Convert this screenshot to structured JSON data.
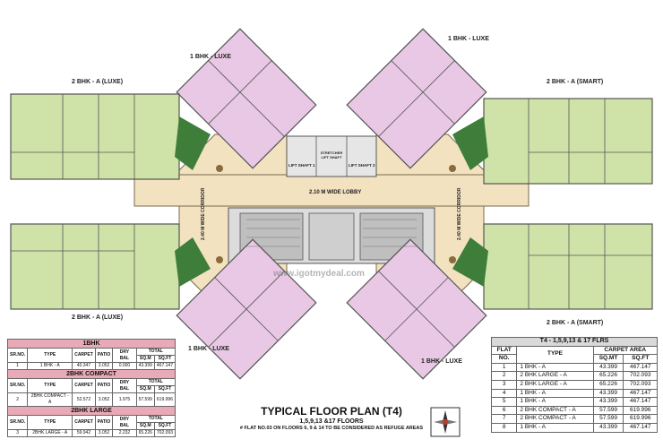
{
  "labels": {
    "top_left_1bhk": "1 BHK - LUXE",
    "top_right_1bhk": "1 BHK - LUXE",
    "bottom_left_1bhk": "1 BHK - LUXE",
    "bottom_right_1bhk": "1 BHK - LUXE",
    "left_top_2bhk": "2 BHK - A (LUXE)",
    "left_bottom_2bhk": "2 BHK - A (LUXE)",
    "right_top_2bhk": "2 BHK - A (SMART)",
    "right_bottom_2bhk": "2 BHK - A (SMART)",
    "lobby": "2.10 M WIDE LOBBY",
    "corridor_left": "2.40 M WIDE CORRIDOR",
    "corridor_right": "2.40 M WIDE CORRIDOR",
    "lift1": "LIFT SHAFT 1",
    "lift2": "LIFT SHAFT 2",
    "stretcher": "STRETCHER LIFT SHAFT",
    "watermark": "www.igotmydeal.com"
  },
  "left_tables": {
    "bhk1": {
      "heading": "1BHK",
      "columns": [
        "SR.NO.",
        "TYPE",
        "CARPET",
        "PATIO",
        "DRY BAL",
        "TOTAL"
      ],
      "total_sub": [
        "SQ.M",
        "SQ.FT"
      ],
      "rows": [
        [
          "1",
          "1 BHK - A",
          "40.347",
          "3.052",
          "0.000",
          "43.399",
          "467.147"
        ]
      ]
    },
    "compact": {
      "heading": "2BHK COMPACT",
      "columns": [
        "SR.NO.",
        "TYPE",
        "CARPET",
        "PATIO",
        "DRY BAL",
        "TOTAL"
      ],
      "total_sub": [
        "SQ.M",
        "SQ.FT"
      ],
      "rows": [
        [
          "2",
          "2BHK COMPACT - A",
          "52.572",
          "3.052",
          "1.975",
          "57.599",
          "619.996"
        ]
      ]
    },
    "large": {
      "heading": "2BHK LARGE",
      "columns": [
        "SR.NO.",
        "TYPE",
        "CARPET",
        "PATIO",
        "DRY BAL",
        "TOTAL"
      ],
      "total_sub": [
        "SQ.M",
        "SQ.FT"
      ],
      "rows": [
        [
          "3",
          "2BHK LARGE - A",
          "59.942",
          "3.052",
          "2.232",
          "65.226",
          "702.093"
        ]
      ]
    }
  },
  "right_table": {
    "title": "T4 - 1,5,9,13 & 17 FLRS",
    "carpet_area": "CARPET AREA",
    "col_flat": "FLAT",
    "col_no": "NO.",
    "col_type": "TYPE",
    "col_sqmt": "SQ.MT",
    "col_sqft": "SQ.FT",
    "rows": [
      [
        "1",
        "1 BHK - A",
        "43.399",
        "467.147"
      ],
      [
        "2",
        "2 BHK LARGE - A",
        "65.226",
        "702.093"
      ],
      [
        "3",
        "2 BHK LARGE - A",
        "65.226",
        "702.093"
      ],
      [
        "4",
        "1 BHK - A",
        "43.399",
        "467.147"
      ],
      [
        "5",
        "1 BHK - A",
        "43.399",
        "467.147"
      ],
      [
        "6",
        "2 BHK COMPACT - A",
        "57.599",
        "619.996"
      ],
      [
        "7",
        "2 BHK COMPACT - A",
        "57.599",
        "619.996"
      ],
      [
        "8",
        "1 BHK - A",
        "43.399",
        "467.147"
      ]
    ]
  },
  "title": {
    "main": "TYPICAL FLOOR PLAN (T4)",
    "sub": "1,5,9,13 &17 FLOORS",
    "note": "# FLAT NO.03 ON FLOORS 6, 9 & 14 TO BE CONSIDERED AS REFUGE AREAS"
  },
  "colors": {
    "bhk1_fill": "#e8c8e4",
    "bhk2_fill": "#cfe3a8",
    "corridor_fill": "#f2e2c0",
    "core_fill": "#d9d9d9",
    "landscape": "#3e7d3a",
    "table_head": "#e7aab6"
  }
}
